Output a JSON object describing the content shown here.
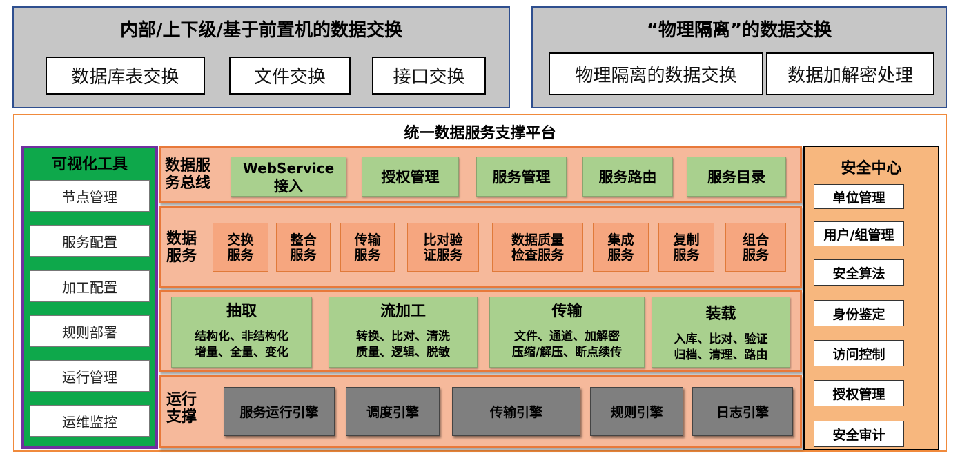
{
  "top_left": {
    "title": "内部/上下级/基于前置机的数据交换",
    "items": [
      "数据库表交换",
      "文件交换",
      "接口交换"
    ]
  },
  "top_right": {
    "title": "“物理隔离”的数据交换",
    "items": [
      "物理隔离的数据交换",
      "数据加解密处理"
    ]
  },
  "platform": {
    "title": "统一数据服务支撑平台"
  },
  "viz_tools": {
    "title": "可视化工具",
    "items": [
      "节点管理",
      "服务配置",
      "加工配置",
      "规则部署",
      "运行管理",
      "运维监控"
    ]
  },
  "service_bus": {
    "label_line1": "数据服",
    "label_line2": "务总线",
    "ws_line1": "WebService",
    "ws_line2": "接入",
    "items": [
      "授权管理",
      "服务管理",
      "服务路由",
      "服务目录"
    ]
  },
  "data_services": {
    "label_line1": "数据",
    "label_line2": "服务",
    "items": [
      {
        "l1": "交换",
        "l2": "服务"
      },
      {
        "l1": "整合",
        "l2": "服务"
      },
      {
        "l1": "传输",
        "l2": "服务"
      },
      {
        "l1": "比对验",
        "l2": "证服务"
      },
      {
        "l1": "数据质量",
        "l2": "检查服务"
      },
      {
        "l1": "集成",
        "l2": "服务"
      },
      {
        "l1": "复制",
        "l2": "服务"
      },
      {
        "l1": "组合",
        "l2": "服务"
      }
    ]
  },
  "processing": [
    {
      "title": "抽取",
      "line1": "结构化、非结构化",
      "line2": "增量、全量、变化"
    },
    {
      "title": "流加工",
      "line1": "转换、比对、清洗",
      "line2": "质量、逻辑、脱敏"
    },
    {
      "title": "传输",
      "line1": "文件、通道、加解密",
      "line2": "压缩/解压、断点续传"
    },
    {
      "title": "装载",
      "line1": "入库、比对、验证",
      "line2": "归档、清理、路由"
    }
  ],
  "runtime": {
    "label_line1": "运行",
    "label_line2": "支撑",
    "items": [
      "服务运行引擎",
      "调度引擎",
      "传输引擎",
      "规则引擎",
      "日志引擎"
    ]
  },
  "security": {
    "title": "安全中心",
    "items": [
      "单位管理",
      "用户/组管理",
      "安全算法",
      "身份鉴定",
      "访问控制",
      "授权管理",
      "安全审计"
    ]
  },
  "colors": {
    "panel_grey": "#c6c6c6",
    "platform_border": "#f08a3c",
    "viz_green": "#0ea84b",
    "viz_border": "#7030a0",
    "band_orange": "#f6b99b",
    "box_green": "#a9d08e",
    "box_orange": "#f6a67f",
    "engine_grey": "#7f7f7f",
    "security_orange": "#f7b77e"
  }
}
